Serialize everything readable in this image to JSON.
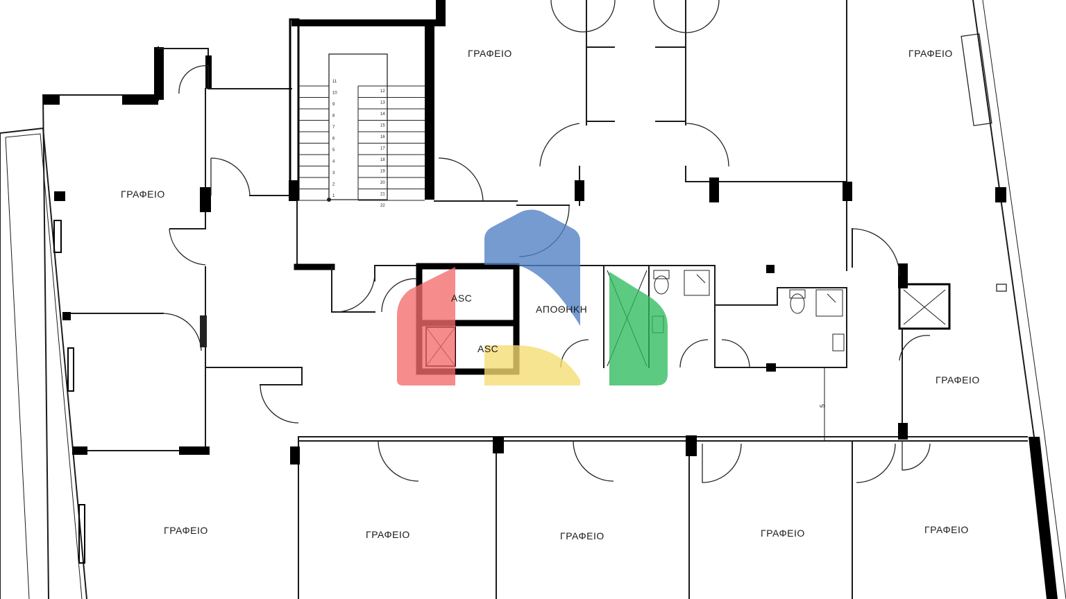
{
  "labels": {
    "office": "ΓΡΑΦΕΙΟ",
    "storage": "ΑΠΟΘΗΚΗ",
    "elevator": "ASC",
    "dimension": "5"
  },
  "stair_numbers_left": [
    "11",
    "10",
    "9",
    "8",
    "7",
    "6",
    "5",
    "4",
    "3",
    "2",
    "1"
  ],
  "stair_numbers_right": [
    "12",
    "13",
    "14",
    "15",
    "16",
    "17",
    "18",
    "19",
    "20",
    "21",
    "22"
  ],
  "logo": {
    "colors": {
      "red": "#f36b6b",
      "blue": "#4f7fc4",
      "yellow": "#f6dd72",
      "green": "#2fbb5e"
    }
  }
}
